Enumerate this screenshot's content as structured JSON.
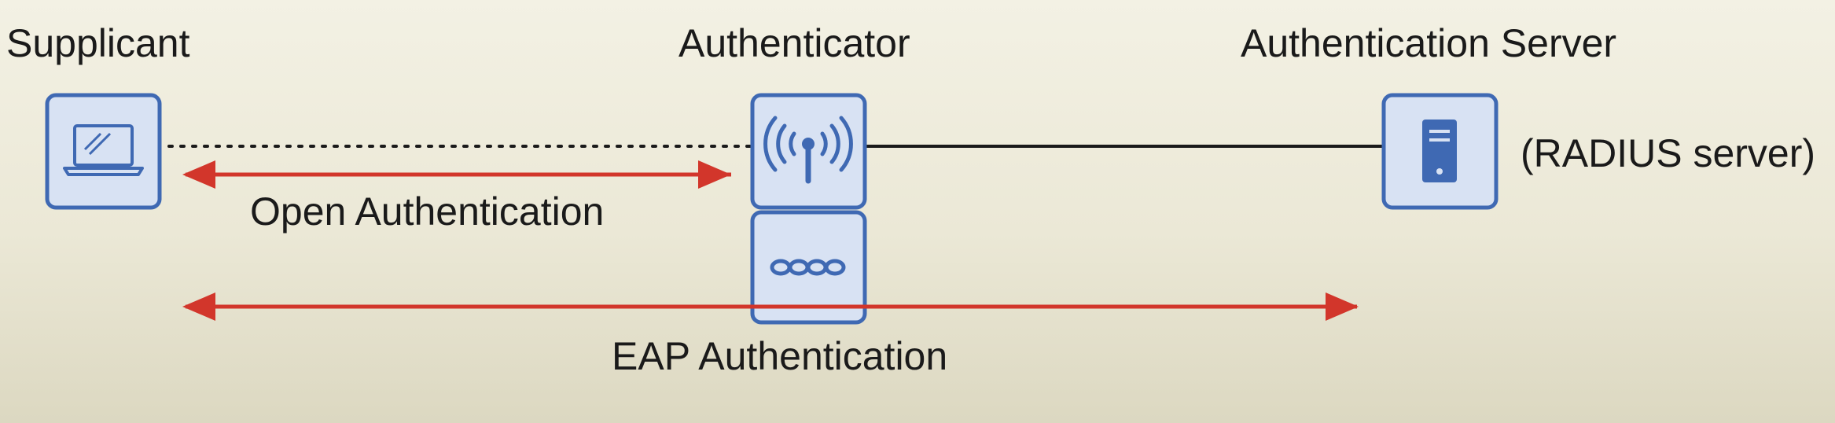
{
  "nodes": {
    "supplicant": {
      "label": "Supplicant",
      "icon": "laptop-icon"
    },
    "authenticator": {
      "label": "Authenticator",
      "icon": "wireless-access-point-icon",
      "secondary_icon": "switch-icon"
    },
    "server": {
      "label": "Authentication Server",
      "note": "(RADIUS server)",
      "icon": "server-icon"
    }
  },
  "flows": {
    "open": {
      "label": "Open Authentication",
      "from": "supplicant",
      "to": "authenticator"
    },
    "eap": {
      "label": "EAP Authentication",
      "from": "supplicant",
      "to": "server"
    }
  },
  "links": [
    {
      "from": "supplicant",
      "to": "authenticator",
      "style": "dotted"
    },
    {
      "from": "authenticator",
      "to": "server",
      "style": "solid"
    }
  ],
  "colors": {
    "icon_border": "#3f69b3",
    "icon_fill": "#d8e2f3",
    "arrow": "#d2362b",
    "line": "#1a1a1a"
  }
}
